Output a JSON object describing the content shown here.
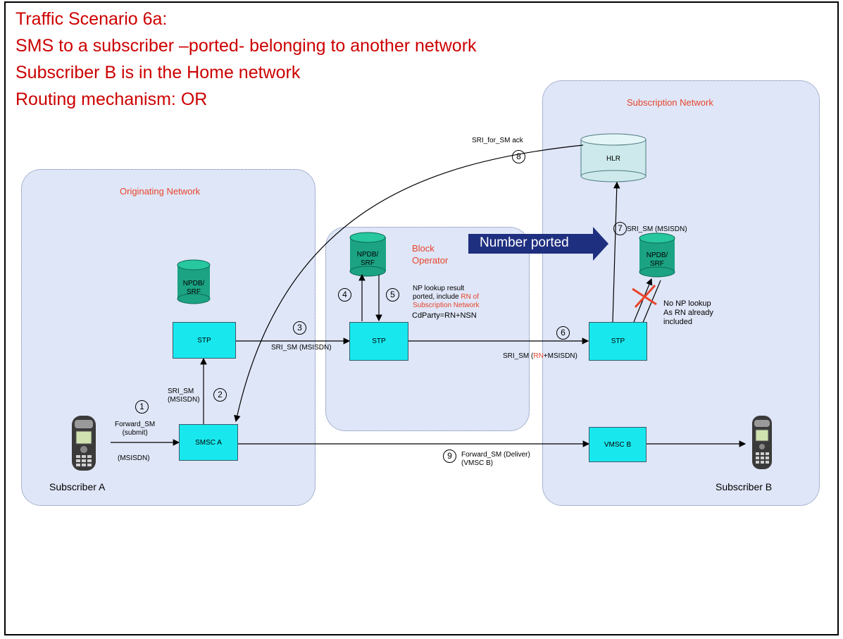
{
  "title": {
    "line1": "Traffic Scenario 6a:",
    "line2": "SMS to a subscriber –ported- belonging to another network",
    "line3": "Subscriber B is in the Home network",
    "line4": "Routing mechanism: OR"
  },
  "regions": {
    "originating": "Originating Network",
    "block": "Block\nOperator",
    "subscription": "Subscription Network"
  },
  "nodes": {
    "stp_orig": "STP",
    "smsc_a": "SMSC A",
    "stp_block": "STP",
    "stp_sub": "STP",
    "hlr": "HLR",
    "vmsc_b": "VMSC B",
    "npdb_orig": "NPDB/\nSRF",
    "npdb_block": "NPDB/\nSRF",
    "npdb_sub": "NPDB/\nSRF"
  },
  "banner": "Number ported",
  "subscribers": {
    "a": "Subscriber A",
    "b": "Subscriber B"
  },
  "steps": {
    "s1": "①",
    "s2": "②",
    "s3": "③",
    "s4": "④",
    "s5": "⑤",
    "s6": "⑥",
    "s7": "⑦",
    "s8": "⑧",
    "s9": "⑨"
  },
  "messages": {
    "forward_sm_submit": "Forward_SM\n(submit)",
    "msisdn_a": "(MSISDN)",
    "sri_sm_orig": "SRI_SM\n(MSISDN)",
    "sri_sm_3": "SRI_SM (MSISDN)",
    "np_lookup_a": "NP lookup result\nported, include ",
    "np_lookup_rn": "RN of\nSubscription Network",
    "cdparty": "CdParty=RN+NSN",
    "sri_sm_6_pre": "SRI_SM (",
    "sri_sm_6_rn": "RN",
    "sri_sm_6_post": "+MSISDN)",
    "sri_sm_7": "SRI_SM (MSISDN)",
    "sri_ack": "SRI_for_SM ack",
    "no_np": "No NP lookup\nAs RN already\nincluded",
    "forward_sm_deliver": "Forward_SM (Deliver)\n(VMSC B)"
  },
  "colors": {
    "title": "#cc0000",
    "region": "#dfe6f7",
    "node": "#18e8ee",
    "db": "#1ba383",
    "hlr": "#cde9ec",
    "banner": "#1f2f80",
    "accent": "#e8442b"
  },
  "icons": {
    "phone_a": "mobile-phone-icon",
    "phone_b": "mobile-phone-icon",
    "cross": "cross-mark-icon"
  }
}
